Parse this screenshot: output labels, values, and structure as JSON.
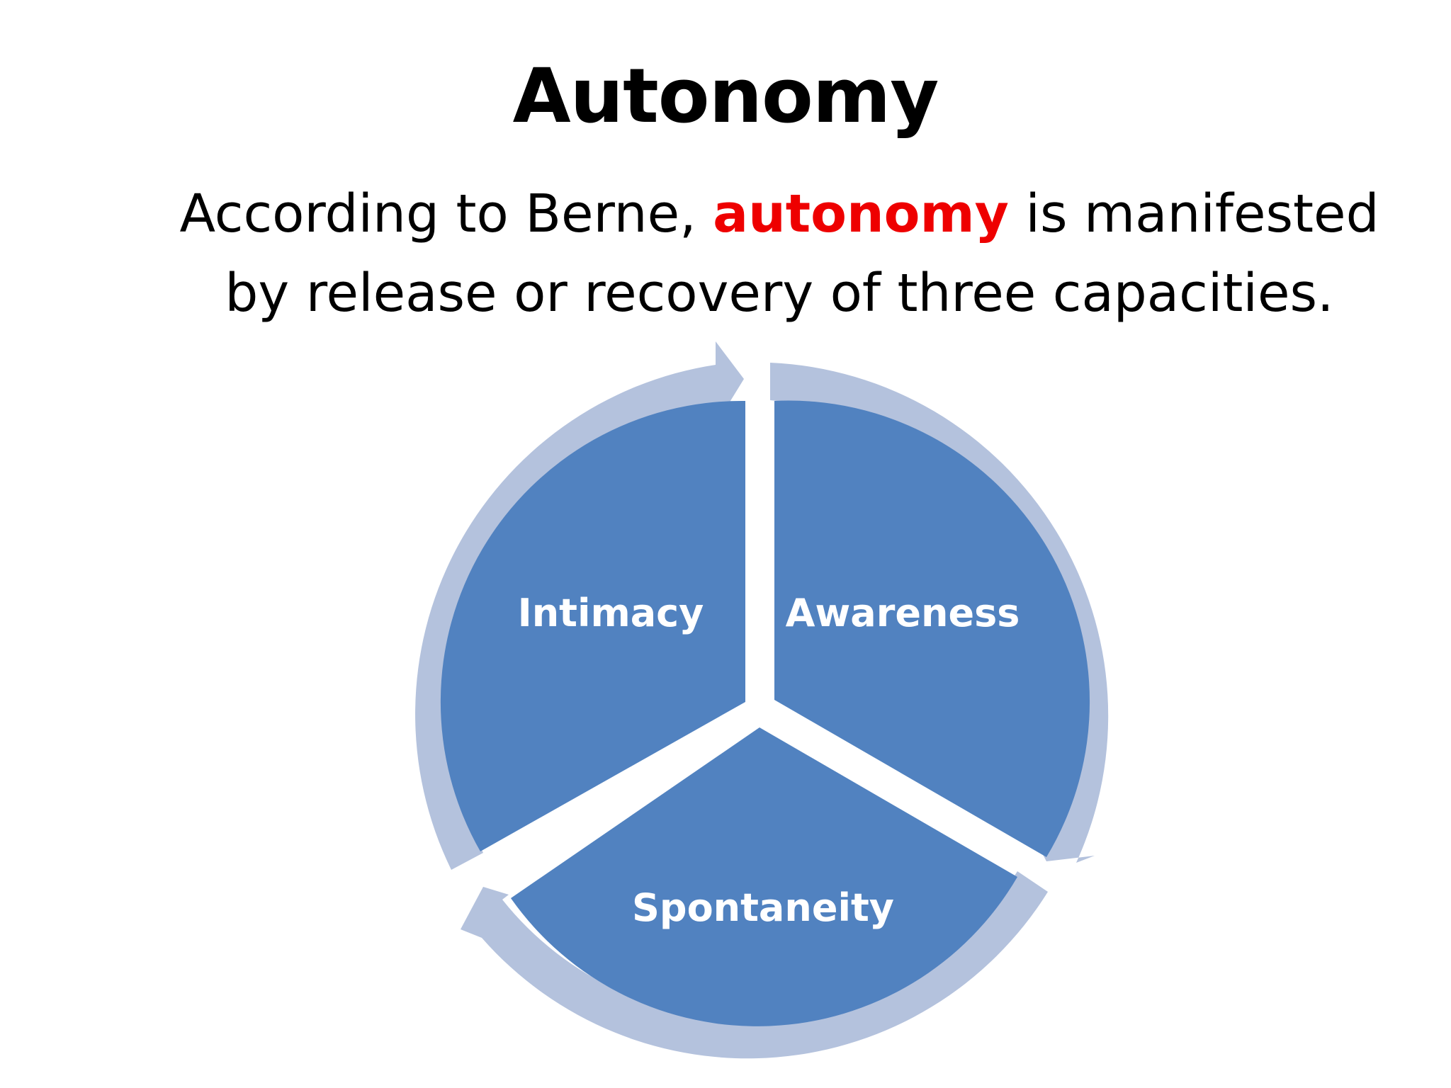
{
  "slide": {
    "title": "Autonomy",
    "subtitle": {
      "line1_pre": "According to Berne, ",
      "line1_accent": "autonomy",
      "line1_post": " is manifested",
      "line2": "by release or recovery of three capacities."
    }
  },
  "diagram": {
    "segments": [
      {
        "label": "Intimacy"
      },
      {
        "label": "Awareness"
      },
      {
        "label": "Spontaneity"
      }
    ]
  },
  "colors": {
    "segment_fill": "#5182c0",
    "ring_fill": "#b4c2dd",
    "accent_text": "#ee0000",
    "label_text": "#ffffff"
  }
}
